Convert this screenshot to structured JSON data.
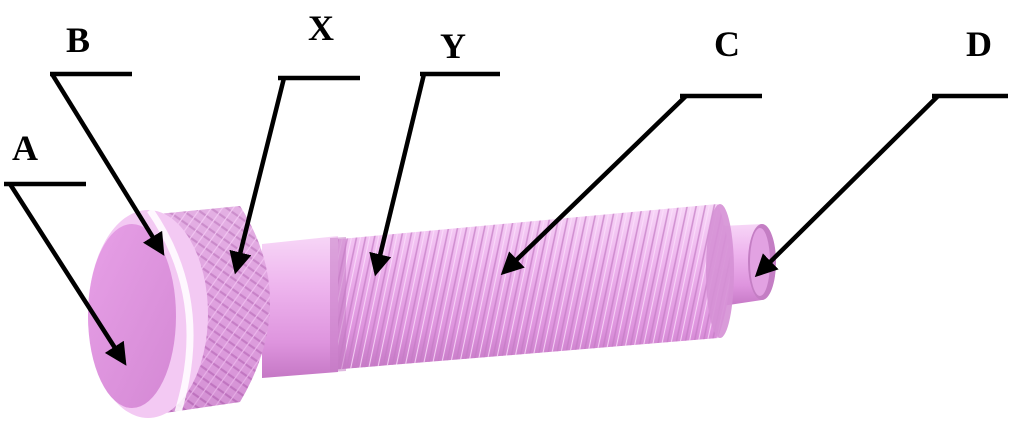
{
  "labels": {
    "a": "A",
    "b": "B",
    "x": "X",
    "y": "Y",
    "c": "C",
    "d": "D"
  },
  "colors": {
    "part_base": "#e9a6e9",
    "part_light": "#f6d0f6",
    "part_dark": "#b96ab9",
    "thread_line": "#c47cc4",
    "leader": "#000000"
  }
}
